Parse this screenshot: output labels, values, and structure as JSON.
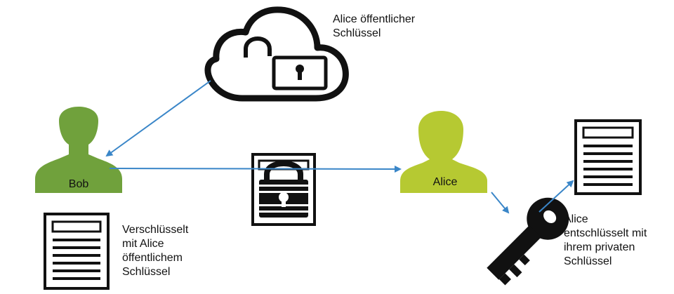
{
  "labels": {
    "cloud_key": "Alice öffentlicher\nSchlüssel",
    "bob": "Bob",
    "alice": "Alice",
    "encrypted": "Verschlüsselt\nmit Alice\nöffentlichem\nSchlüssel",
    "decrypted": "Alice\nentschlüsselt mit\nihrem privaten\nSchlüssel"
  },
  "icons": [
    "cloud-lock-icon",
    "person-icon",
    "document-icon",
    "padlock-icon",
    "key-icon"
  ],
  "colors": {
    "bob": "#70a13c",
    "alice": "#b6c932",
    "arrow": "#3a86c8",
    "ink": "#111111"
  }
}
